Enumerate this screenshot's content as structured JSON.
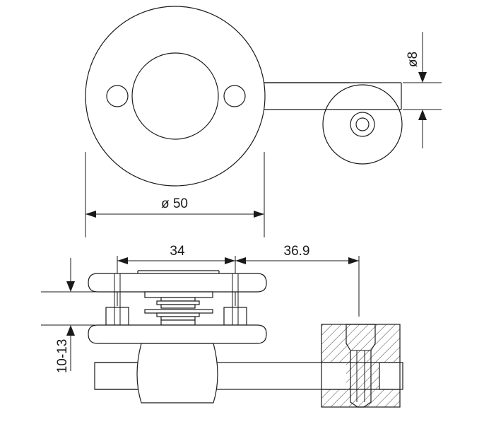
{
  "dimensions": {
    "diameter_plate": "ø 50",
    "diameter_pin": "ø8",
    "hole_spacing": "34",
    "offset": "36.9",
    "thickness_range": "10-13"
  }
}
